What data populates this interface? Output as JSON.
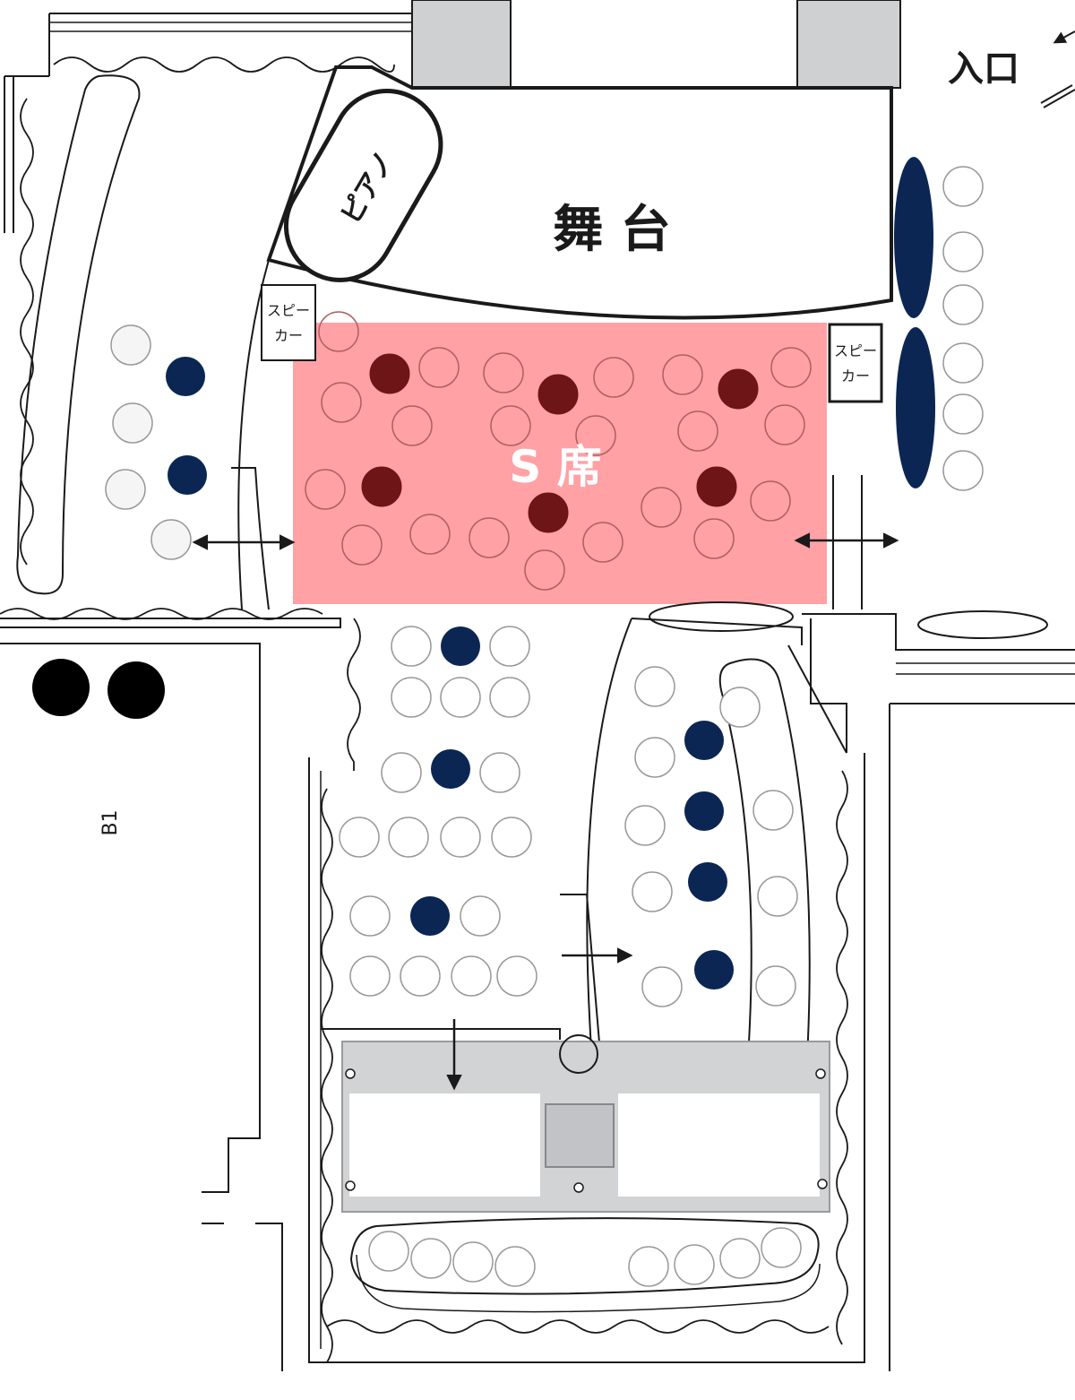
{
  "labels": {
    "entrance": "入口",
    "stage": "舞 台",
    "piano": "ピアノ",
    "speaker_left": [
      "スピー",
      "カー"
    ],
    "speaker_right": [
      "スピー",
      "カー"
    ],
    "s_seat": "S 席",
    "floor": "B1"
  },
  "colors": {
    "s_zone": "#ff8a8f",
    "s_seat_marker": "#6e1518",
    "navy_seat": "#0b2653",
    "black_marker": "#000000",
    "wall": "#1a1a1a",
    "gray_block": "#cfd0d2",
    "bar_area": "#d2d3d5"
  },
  "icons": {
    "double_arrow": "double-arrow-icon",
    "arrow_right": "arrow-right-icon",
    "arrow_down": "arrow-down-icon",
    "entrance_arrow": "entrance-arrow-icon"
  }
}
